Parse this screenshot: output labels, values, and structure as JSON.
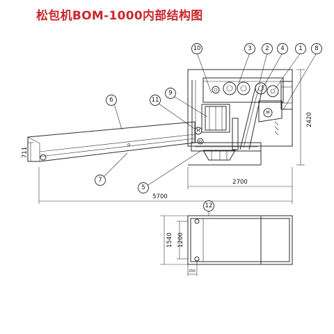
{
  "title": "松包机BOM-1000内部结构图",
  "callouts": [
    "①",
    "②",
    "③",
    "④",
    "⑤",
    "⑥",
    "⑦",
    "⑧",
    "⑨",
    "⑩",
    "⑪",
    "⑫"
  ],
  "callout_labels": [
    "1",
    "2",
    "3",
    "4",
    "5",
    "6",
    "7",
    "8",
    "9",
    "10",
    "11",
    "12"
  ],
  "motor_label": "M",
  "dimensions": {
    "height_total": "2420",
    "height_conveyor": "711",
    "length_machine": "2700",
    "length_total": "5700",
    "width_outer": "1540",
    "width_inner": "1200",
    "offset_small": "250"
  }
}
